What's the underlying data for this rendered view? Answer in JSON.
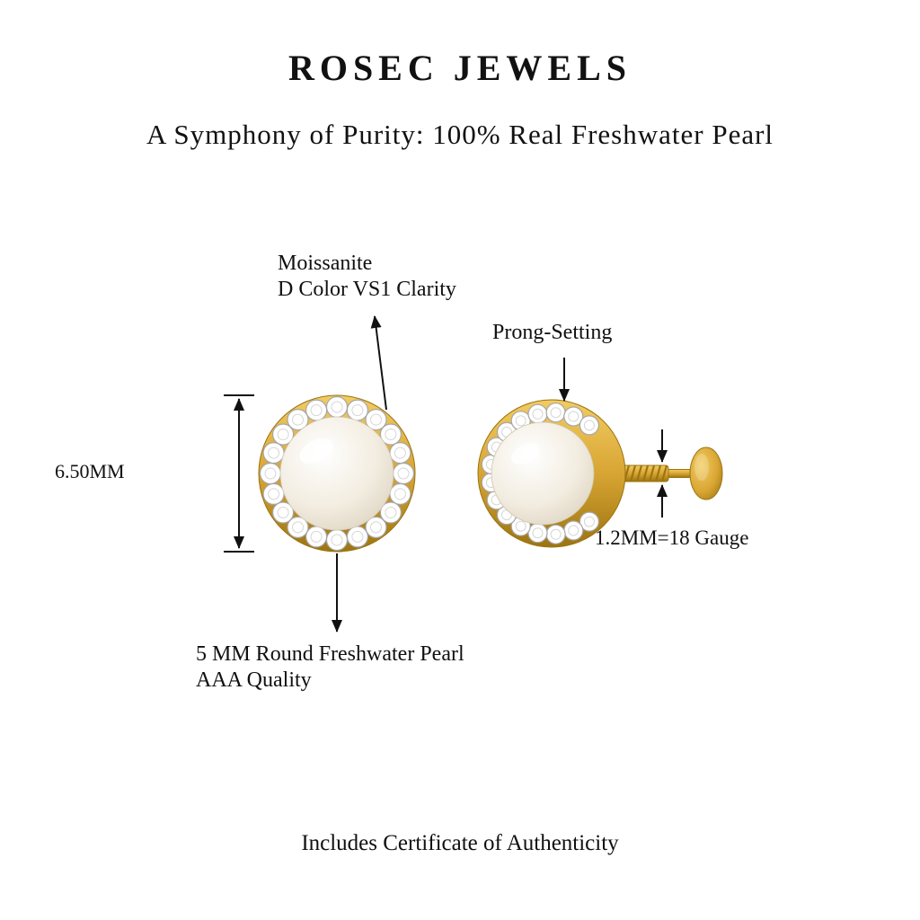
{
  "header": {
    "brand": "ROSEC JEWELS",
    "tagline": "A Symphony of Purity: 100% Real Freshwater Pearl"
  },
  "annotations": {
    "stone_label": {
      "line1": "Moissanite",
      "line2": "D Color VS1 Clarity"
    },
    "prong_label": "Prong-Setting",
    "halo_size_label": "6.50MM",
    "post_gauge_label": "1.2MM=18 Gauge",
    "pearl_label": {
      "line1": "5 MM Round Freshwater Pearl",
      "line2": "AAA Quality"
    }
  },
  "footer": {
    "note": "Includes Certificate of Authenticity"
  },
  "colors": {
    "background": "#FFFFFF",
    "gold_light": "#F2CC62",
    "gold": "#D8A533",
    "gold_dark": "#9C7410",
    "pearl_highlight": "#FFFFFF",
    "pearl_mid": "#F3EDE1",
    "pearl_shadow": "#D8CFBA",
    "diamond_fill": "#FFFFFF",
    "diamond_stroke": "#A6A6A6",
    "annotation_ink": "#111111"
  }
}
